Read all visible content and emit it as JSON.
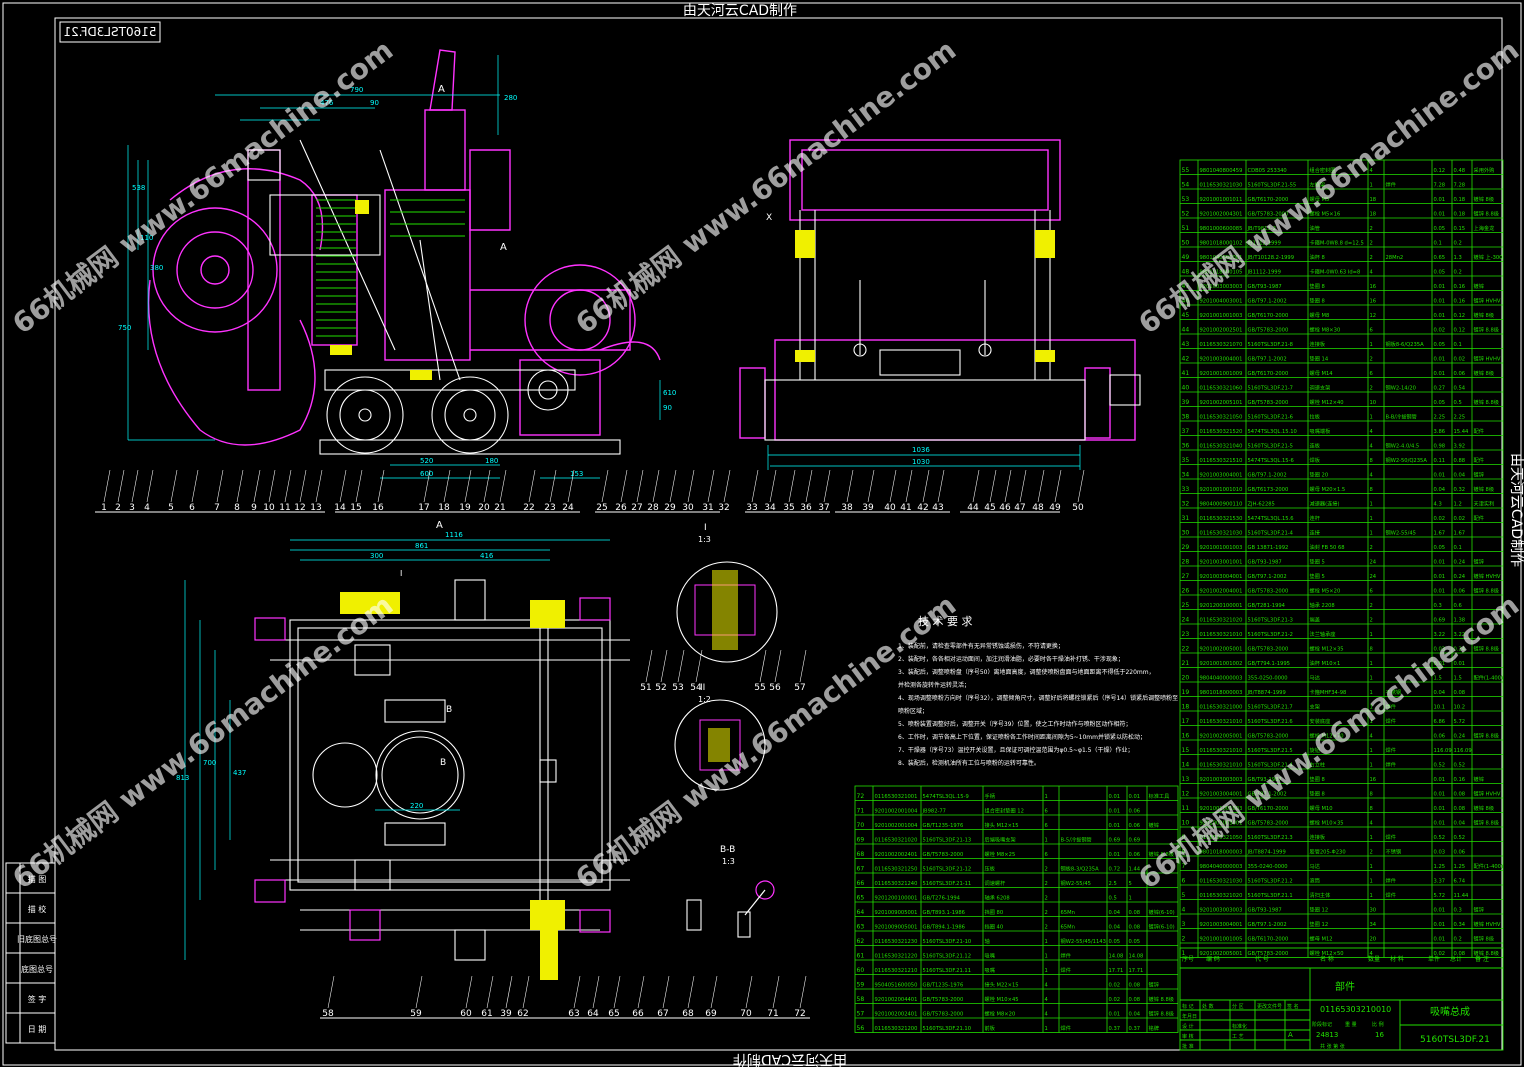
{
  "page": {
    "top_title": "由天河云CAD制作",
    "bottom_title": "由天河云CAD制作",
    "side_title": "由天河云CAD制作",
    "mirrored_code": "5160TSL3DF.21"
  },
  "watermark": "66机械网 www.66machine.com",
  "colors": {
    "background": "#000000",
    "frame": "#ffffff",
    "table": "#22e000",
    "part": "#ff33ff",
    "dim": "#00ffff",
    "hatch": "#f0f000"
  },
  "views": {
    "section_a": "A",
    "section_b": "B",
    "detail_i": {
      "label": "I",
      "scale": "1:3"
    },
    "detail_ii": {
      "label": "II",
      "scale": "1:2"
    },
    "view_bb": {
      "label": "B-B",
      "scale": "1:3"
    },
    "view_x_label": "X",
    "dim_front": [
      "476",
      "790",
      "90",
      "280",
      "538",
      "110",
      "380",
      "750",
      "610",
      "90",
      "180",
      "520",
      "153",
      "600"
    ],
    "dim_side": [
      "1036",
      "1030"
    ],
    "dim_plan": [
      "1116",
      "861",
      "300",
      "416",
      "813",
      "700",
      "437",
      "220"
    ]
  },
  "tech": {
    "title": "技 术 要 求",
    "lines": [
      "1、装配前，请检查零部件有无异常锈蚀或损伤，不符请更换；",
      "2、装配时，各各相对运动面间，加注润滑油脂，必要时各干燥油补打锈、干涉现象；",
      "3、装配后，调整喷粉盘（序号50）离地面高度，调整使喷粉盘面与地面距离不得低于220mm，",
      "   并检测各旋转件运转灵活；",
      "4、现场调整喷粉方向时（序号32），调整倾角尺寸，调整好后将螺栓锁紧后（序号14）锁紧后调整喷粉至",
      "   喷粉区域；",
      "5、喷粉装置调整好后，调整开关（序号39）位置，使之工作时动作与喷粉区动作相符；",
      "6、工作时，调节各高上下位置，保证喷粉各工作时间距离间隙为5~10mm并锁紧以防松动；",
      "7、干燥器（序号73）温控开关设置，且保证可调控温范围为φ0.5~φ1.5（干燥）作业；",
      "8、装配后，检测机油所有工位与喷粉的运转可靠性。"
    ]
  },
  "bom_headers": [
    "序号",
    "编 码",
    "代 号",
    "名 称",
    "数量",
    "材 料",
    "单件",
    "总计",
    "备 注"
  ],
  "bom_right": [
    [
      "55",
      "9801040800459",
      "CDB05 253340",
      "组合密封圈",
      "4",
      "",
      "0.12",
      "0.48",
      "采用外购"
    ],
    [
      "54",
      "0116530321030",
      "5160TSL3DF.21-55",
      "左框架",
      "1",
      "焊件",
      "7.28",
      "7.28",
      ""
    ],
    [
      "53",
      "9201001001011",
      "GB/T6170-2000",
      "螺母 M5",
      "18",
      "",
      "0.01",
      "0.18",
      "镀锌 8级"
    ],
    [
      "52",
      "9201002004301",
      "GB/T5783-2000",
      "螺栓 M5×16",
      "18",
      "",
      "0.01",
      "0.18",
      "镀锌 8.8级"
    ],
    [
      "51",
      "9801000600085",
      "JB/T9813-2",
      "油管",
      "2",
      "",
      "0.05",
      "0.15",
      "上海金龙"
    ],
    [
      "50",
      "9801018000102",
      "JB1112-1999",
      "卡箍M-0W8.8 d=12.5",
      "2",
      "",
      "0.1",
      "0.2",
      ""
    ],
    [
      "49",
      "9801040800001",
      "JB/T10128.2-1999",
      "油杯 8",
      "2",
      "28Mn2",
      "0.65",
      "1.3",
      "镀锌 上-300"
    ],
    [
      "48",
      "9801018000105",
      "JB1112-1999",
      "卡箍M-0W0.63 Id=8",
      "4",
      "",
      "0.05",
      "0.2",
      ""
    ],
    [
      "47",
      "9201003003003",
      "GB/T93-1987",
      "垫圈 8",
      "16",
      "",
      "0.01",
      "0.16",
      "镀锌"
    ],
    [
      "46",
      "9201004003001",
      "GB/T97.1-2002",
      "垫圈 8",
      "16",
      "",
      "0.01",
      "0.16",
      "镀锌 HVHV"
    ],
    [
      "45",
      "9201001001003",
      "GB/T6170-2000",
      "螺母 M8",
      "12",
      "",
      "0.01",
      "0.12",
      "镀锌 8级"
    ],
    [
      "44",
      "9201002002501",
      "GB/T5783-2000",
      "螺栓 M8×30",
      "6",
      "",
      "0.02",
      "0.12",
      "镀锌 8.8级"
    ],
    [
      "43",
      "0116530321070",
      "5160TSL3DF.21-8",
      "连接板",
      "1",
      "钢板8-6/Q235A",
      "0.05",
      "0.1",
      ""
    ],
    [
      "42",
      "9201003004001",
      "GB/T97.1-2002",
      "垫圈 14",
      "2",
      "",
      "0.01",
      "0.02",
      "镀锌 HVHV"
    ],
    [
      "41",
      "9201001001009",
      "GB/T6170-2000",
      "螺母 M14",
      "6",
      "",
      "0.01",
      "0.06",
      "镀锌 8级"
    ],
    [
      "40",
      "0116530321060",
      "5160TSL3DF.21-7",
      "调速支架",
      "2",
      "钢W2-14/20",
      "0.27",
      "0.54",
      ""
    ],
    [
      "39",
      "9201002005101",
      "GB/T5783-2000",
      "螺栓 M12×40",
      "10",
      "",
      "0.05",
      "0.5",
      "镀锌 8.8级"
    ],
    [
      "38",
      "0116530321050",
      "5160TSL3DF.21-6",
      "拉板",
      "1",
      "B-B/冷拔钢管",
      "2.25",
      "2.25",
      ""
    ],
    [
      "37",
      "0116530321520",
      "5474TSL3QL.15.10",
      "吸嘴端板",
      "4",
      "",
      "3.86",
      "15.44",
      "配件"
    ],
    [
      "36",
      "0116530321040",
      "5160TSL3DF.21-5",
      "连板",
      "4",
      "钢W2-4.0/4.5",
      "0.98",
      "3.92",
      ""
    ],
    [
      "35",
      "0116530321510",
      "5474TSL3QL.15-6",
      "焊板",
      "8",
      "钢W2-50/Q235A",
      "0.11",
      "0.88",
      "配件"
    ],
    [
      "34",
      "9201003004001",
      "GB/T97.1-2002",
      "垫圈 20",
      "4",
      "",
      "0.01",
      "0.04",
      "镀锌"
    ],
    [
      "33",
      "9201001001010",
      "GB/T6173-2000",
      "螺母 M20×1.5",
      "8",
      "",
      "0.04",
      "0.32",
      "镀锌 8级"
    ],
    [
      "32",
      "9804000900110",
      "ZJH-62285",
      "减速器(连接)",
      "1",
      "",
      "4.3",
      "1.2",
      "天津实利"
    ],
    [
      "31",
      "0116530321530",
      "5474TSL3QL.15.6",
      "连杆",
      "1",
      "",
      "0.02",
      "0.02",
      "配件"
    ],
    [
      "30",
      "0116530321030",
      "5160TSL3DF.21-4",
      "连接",
      "1",
      "钢W2-55/45",
      "1.67",
      "1.67",
      ""
    ],
    [
      "29",
      "9201001001003",
      "GB 13871-1992",
      "油封 FB 50 68",
      "2",
      "",
      "0.05",
      "0.1",
      ""
    ],
    [
      "28",
      "9201003001001",
      "GB/T93-1987",
      "垫圈 5",
      "24",
      "",
      "0.01",
      "0.24",
      "镀锌"
    ],
    [
      "27",
      "9201003004001",
      "GB/T97.1-2002",
      "垫圈 5",
      "24",
      "",
      "0.01",
      "0.24",
      "镀锌 HVHV"
    ],
    [
      "26",
      "9201002004001",
      "GB/T5783-2000",
      "螺栓 M5×20",
      "6",
      "",
      "0.01",
      "0.06",
      "镀锌 8.8级"
    ],
    [
      "25",
      "9201200100001",
      "GB/T281-1994",
      "轴承 2208",
      "2",
      "",
      "0.3",
      "0.6",
      ""
    ],
    [
      "24",
      "0116530321020",
      "5160TSL3DF.21-3",
      "端盖",
      "2",
      "",
      "0.69",
      "1.38",
      ""
    ],
    [
      "23",
      "0116530321010",
      "5160TSL3DF.21-2",
      "法兰轴承座",
      "1",
      "",
      "3.22",
      "3.22",
      ""
    ],
    [
      "22",
      "9201002005001",
      "GB/T5783-2000",
      "螺栓 M12×35",
      "8",
      "",
      "0.03",
      "0.24",
      "镀锌 8.8级"
    ],
    [
      "21",
      "9201001001002",
      "GB/T794.1-1995",
      "油杯 M10×1",
      "1",
      "",
      "0.01",
      "0.01",
      ""
    ],
    [
      "20",
      "9804040000003",
      "355-0250-0000",
      "马达",
      "1",
      "",
      "1.5",
      "1.5",
      "配件(1-400)"
    ],
    [
      "19",
      "9801018000003",
      "JB/T8874-1999",
      "卡箍MHF34-98",
      "1",
      "不锈钢",
      "0.04",
      "0.08",
      ""
    ],
    [
      "18",
      "0116530321000",
      "5160TSL3DF.21.7",
      "支架",
      "1",
      "焊件",
      "10.1",
      "10.2",
      ""
    ],
    [
      "17",
      "0116530321010",
      "5160TSL3DF.21.6",
      "安装底座",
      "1",
      "焊件",
      "6.86",
      "5.72",
      ""
    ],
    [
      "16",
      "9201002005001",
      "GB/T5783-2000",
      "螺栓 M12×70",
      "4",
      "",
      "0.06",
      "0.24",
      "镀锌 8.8级"
    ],
    [
      "15",
      "0116530321010",
      "5160TSL3DF.21.5",
      "旋钮",
      "1",
      "焊件",
      "116.09",
      "116.09",
      ""
    ],
    [
      "14",
      "0116530321010",
      "5160TSL3DF.21.4",
      "右立柱",
      "1",
      "焊件",
      "0.52",
      "0.52",
      ""
    ],
    [
      "13",
      "9201003003003",
      "GB/T93-1987",
      "垫圈 8",
      "16",
      "",
      "0.01",
      "0.16",
      "镀锌"
    ],
    [
      "12",
      "9201003004001",
      "GB/T97.1-2002",
      "垫圈 8",
      "8",
      "",
      "0.01",
      "0.08",
      "镀锌 HVHV"
    ],
    [
      "11",
      "9201001001003",
      "GB/T6170-2000",
      "螺母 M10",
      "8",
      "",
      "0.01",
      "0.08",
      "镀锌 8级"
    ],
    [
      "10",
      "9201002003001",
      "GB/T5783-2000",
      "螺栓 M10×35",
      "4",
      "",
      "0.01",
      "0.04",
      "镀锌 8.8级"
    ],
    [
      "9",
      "0116530321050",
      "5160TSL3DF.21.3",
      "连接板",
      "1",
      "焊件",
      "0.52",
      "0.52",
      ""
    ],
    [
      "8",
      "9801018000003",
      "JB/T8874-1999",
      "胶管205-Φ230",
      "2",
      "不锈钢",
      "0.03",
      "0.06",
      ""
    ],
    [
      "7",
      "9804040000003",
      "355-0240-0000",
      "马达",
      "1",
      "",
      "1.25",
      "1.25",
      "配件(1-400)"
    ],
    [
      "6",
      "0116530321030",
      "5160TSL3DF.21.2",
      "滚筒",
      "1",
      "焊件",
      "3.37",
      "6.74",
      ""
    ],
    [
      "5",
      "0116530321020",
      "5160TSL3DF.21.1",
      "清扫主体",
      "1",
      "焊件",
      "5.72",
      "11.44",
      ""
    ],
    [
      "4",
      "9201003003003",
      "GB/T93-1987",
      "垫圈 12",
      "30",
      "",
      "0.01",
      "0.3",
      "镀锌"
    ],
    [
      "3",
      "9201003004001",
      "GB/T97.1-2002",
      "垫圈 12",
      "34",
      "",
      "0.01",
      "0.34",
      "镀锌 HVHV"
    ],
    [
      "2",
      "9201001001005",
      "GB/T6170-2000",
      "螺母 M12",
      "20",
      "",
      "0.01",
      "0.2",
      "镀锌 8级"
    ],
    [
      "1",
      "9201002005001",
      "GB/T5783-2000",
      "螺栓 M12×50",
      "4",
      "",
      "0.02",
      "0.08",
      "镀锌 8.8级"
    ]
  ],
  "bom_left": [
    [
      "72",
      "0116530321001",
      "5474TSL3QL.15-9",
      "手柄",
      "1",
      "",
      "0.01",
      "0.01",
      "标准工具"
    ],
    [
      "71",
      "9201002001004",
      "JB982-77",
      "组合密封垫圈 12",
      "6",
      "",
      "0.01",
      "0.06",
      ""
    ],
    [
      "70",
      "9201002001004",
      "GB/T1235-1976",
      "接头 M12×15",
      "6",
      "",
      "0.01",
      "0.06",
      "镀锌"
    ],
    [
      "69",
      "0116530321020",
      "5160TSL3DF.21-13",
      "后端吸嘴支架",
      "1",
      "B-5/冷拔钢管",
      "0.69",
      "0.69",
      ""
    ],
    [
      "68",
      "9201002002401",
      "GB/T5783-2000",
      "螺栓 M8×25",
      "6",
      "",
      "0.01",
      "0.06",
      "镀锌 8.8级"
    ],
    [
      "67",
      "0116530321250",
      "5160TSL3DF.21-12",
      "压板",
      "2",
      "钢板8-3/Q235A",
      "0.72",
      "1.44",
      ""
    ],
    [
      "66",
      "0116530321240",
      "5160TSL3DF.21-11",
      "调速螺杆",
      "2",
      "钢W2-55/45",
      "2.5",
      "5",
      ""
    ],
    [
      "65",
      "9201200100001",
      "GB/T276-1994",
      "轴承 6208",
      "2",
      "",
      "0.5",
      "1",
      ""
    ],
    [
      "64",
      "9201009005001",
      "GB/T893.1-1986",
      "挡圈 80",
      "2",
      "65Mn",
      "0.04",
      "0.08",
      "镀锌(6-10)"
    ],
    [
      "63",
      "9201009005001",
      "GB/T894.1-1986",
      "挡圈 40",
      "2",
      "65Mn",
      "0.04",
      "0.08",
      "镀锌(6-10)"
    ],
    [
      "62",
      "0116530321230",
      "5160TSL3DF.21-10",
      "轴",
      "1",
      "钢W2-55/45/1143",
      "0.05",
      "0.05",
      ""
    ],
    [
      "61",
      "0116530321220",
      "5160TSL3DF.21.12",
      "吸嘴",
      "1",
      "焊件",
      "14.08",
      "14.08",
      ""
    ],
    [
      "60",
      "0116530321210",
      "5160TSL3DF.21.11",
      "吸嘴",
      "1",
      "焊件",
      "17.71",
      "17.71",
      ""
    ],
    [
      "59",
      "9504051600050",
      "GB/T1235-1976",
      "接头 M22×15",
      "4",
      "",
      "0.02",
      "0.08",
      "镀锌"
    ],
    [
      "58",
      "9201002004401",
      "GB/T5783-2000",
      "螺栓 M10×45",
      "4",
      "",
      "0.02",
      "0.08",
      "镀锌 8.8级"
    ],
    [
      "57",
      "9201002002401",
      "GB/T5783-2000",
      "螺栓 M8×20",
      "4",
      "",
      "0.01",
      "0.04",
      "镀锌 8.8级"
    ],
    [
      "56",
      "0116530321200",
      "5160TSL3DF.21.10",
      "前板",
      "1",
      "焊件",
      "0.37",
      "0.37",
      "铭牌"
    ]
  ],
  "title_block": {
    "part_list": "部件",
    "drawing_code": "01165303210010",
    "product_name": "吸嘴总成",
    "drawing_number": "5160TSL3DF.21",
    "stage": "A",
    "weight": "24813",
    "sheet": "16",
    "cells": [
      "标 记",
      "处 数",
      "分 区",
      "更改文件号",
      "签 名",
      "年月日",
      "设 计",
      "标准化",
      "审 核",
      "工 艺",
      "批 准",
      "阶段标记",
      "重 量",
      "比 例",
      "共 张 第 张"
    ]
  },
  "left_strip": [
    "描 图",
    "描 校",
    "旧底图总号",
    "底图总号",
    "签 字",
    "日 期"
  ],
  "callouts_top": [
    "1",
    "2",
    "3",
    "4",
    "5",
    "6",
    "7",
    "8",
    "9",
    "10",
    "11",
    "12",
    "13",
    "14",
    "15",
    "16",
    "17",
    "18",
    "19",
    "20",
    "21",
    "22",
    "23",
    "24",
    "25",
    "26",
    "27",
    "28",
    "29",
    "30",
    "31",
    "32",
    "33",
    "34",
    "35",
    "36",
    "37",
    "38",
    "39",
    "40",
    "41",
    "42",
    "43",
    "44",
    "45",
    "46",
    "47",
    "48",
    "49",
    "50"
  ],
  "callouts_mid": [
    "51",
    "52",
    "53",
    "54",
    "55",
    "56",
    "57"
  ],
  "callouts_bottom": [
    "58",
    "59",
    "60",
    "61",
    "39",
    "62",
    "63",
    "64",
    "65",
    "66",
    "67",
    "68",
    "69",
    "70",
    "71",
    "72"
  ]
}
